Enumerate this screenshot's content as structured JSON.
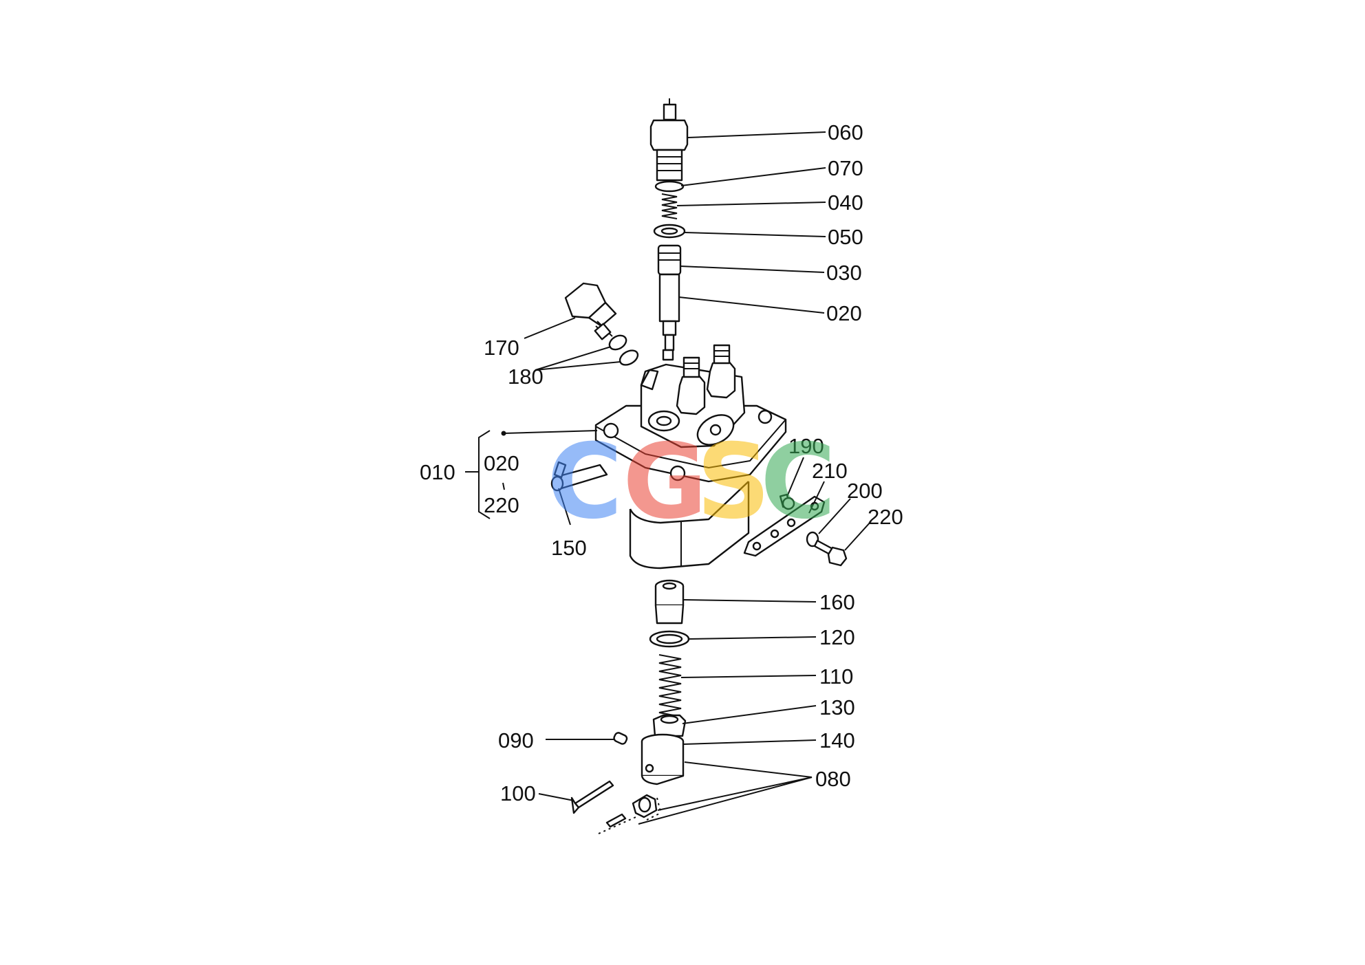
{
  "labels": {
    "p060": "060",
    "p070": "070",
    "p040": "040",
    "p050": "050",
    "p030": "030",
    "p020": "020",
    "p170": "170",
    "p180": "180",
    "p010": "010",
    "p020b": "020",
    "p220b": "220",
    "p150": "150",
    "p190": "190",
    "p210": "210",
    "p200": "200",
    "p220": "220",
    "p160": "160",
    "p120": "120",
    "p110": "110",
    "p130": "130",
    "p090": "090",
    "p140": "140",
    "p100": "100",
    "p080": "080"
  },
  "watermark": {
    "letters": [
      "C",
      "G",
      "S",
      "C"
    ],
    "colors": [
      "#4285F4",
      "#EA4335",
      "#FBBC05",
      "#34A853"
    ]
  }
}
